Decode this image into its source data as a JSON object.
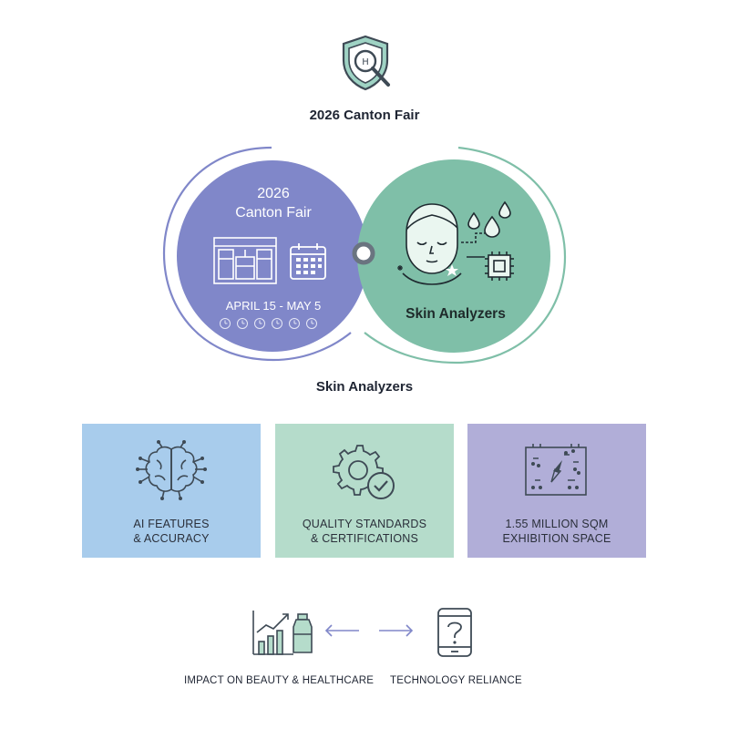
{
  "header": {
    "title": "2026 Canton Fair"
  },
  "venn": {
    "left": {
      "title_line1": "2026",
      "title_line2": "Canton Fair",
      "dates": "APRIL 15 - MAY 5"
    },
    "right": {
      "title": "Skin Analyzers"
    }
  },
  "section": {
    "title": "Skin Analyzers"
  },
  "cards": [
    {
      "line1": "AI FEATURES",
      "line2": "& ACCURACY",
      "icon": "brain-circuit-icon"
    },
    {
      "line1": "QUALITY STANDARDS",
      "line2": "& CERTIFICATIONS",
      "icon": "gear-check-icon"
    },
    {
      "line1": "1.55 MILLION SQM",
      "line2": "EXHIBITION SPACE",
      "icon": "floor-map-icon"
    }
  ],
  "bottom": {
    "left_label": "IMPACT ON BEAUTY & HEALTHCARE",
    "right_label": "TECHNOLOGY RELIANCE"
  },
  "colors": {
    "purple": "#8087c9",
    "teal": "#7fbfa8",
    "card_blue": "#a8ccec",
    "card_green": "#b5dccb",
    "card_purple": "#b1aed8",
    "icon_dark": "#3e4a55"
  }
}
